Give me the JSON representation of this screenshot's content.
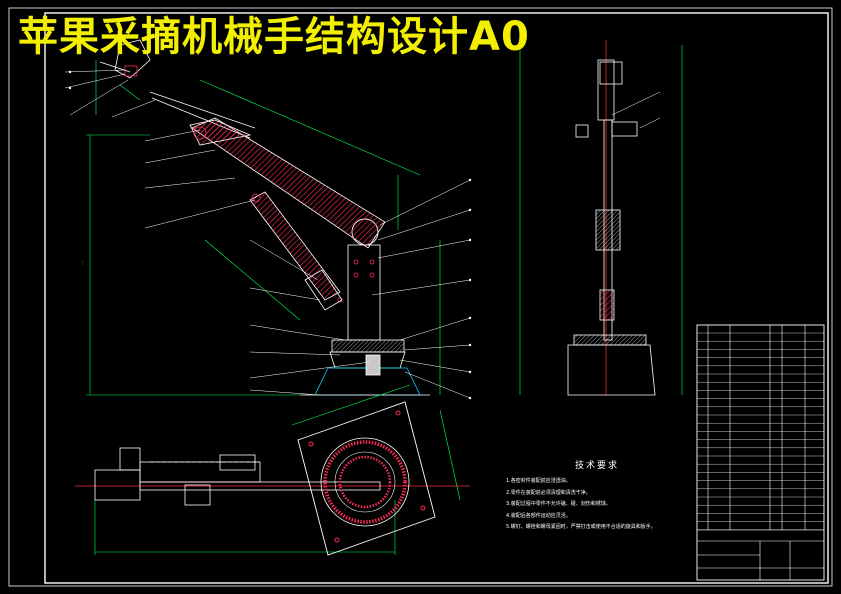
{
  "drawing": {
    "title": "苹果采摘机械手结构设计A0",
    "tech_requirements_title": "技术要求",
    "tech_requirements": [
      "1.各密封件装配前应浸透油。",
      "2.零件在装配前必须清理和清洗干净。",
      "3.装配过程中零件不允许磕、碰、划伤和锈蚀。",
      "4.装配后各部件运动应灵活。",
      "5.螺钉、螺栓和螺母紧固时，严禁打击或使用不合适的旋具和扳手。"
    ]
  },
  "colors": {
    "background": "#000000",
    "title": "#f2f000",
    "frame": "#ffffff",
    "dimension": "#00ff55",
    "hatch": "#ff2a55",
    "centerline": "#ff3030",
    "leader": "#ffffff",
    "section_fill": "#c8c8c8"
  },
  "icons": [
    "manipulator-front-view",
    "manipulator-side-view",
    "manipulator-top-view",
    "turntable-flange-view"
  ]
}
